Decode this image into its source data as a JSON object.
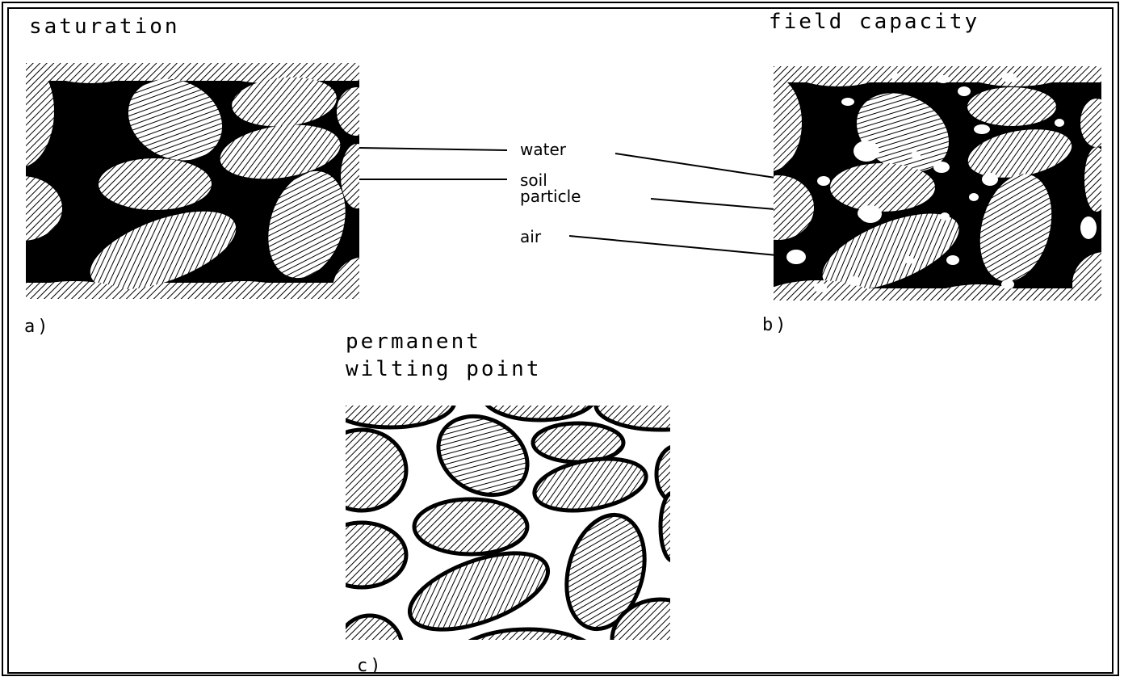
{
  "panels": {
    "a": {
      "title": "saturation",
      "label": "a)"
    },
    "b": {
      "title": "field capacity",
      "label": "b)"
    },
    "c": {
      "title_line1": "permanent",
      "title_line2": "wilting point",
      "label": "c)"
    }
  },
  "legend": {
    "water": "water",
    "soil_line1": "soil",
    "soil_line2": "particle",
    "air": "air"
  },
  "colors": {
    "ink": "#000000",
    "paper": "#ffffff"
  }
}
